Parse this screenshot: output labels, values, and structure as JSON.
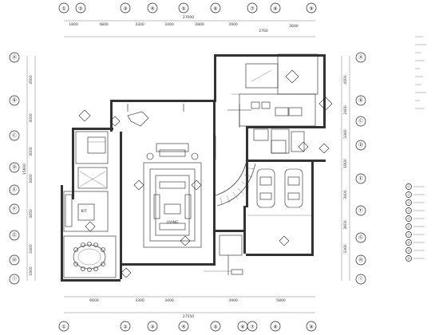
{
  "grid": {
    "top": [
      "①",
      "②",
      "③",
      "④",
      "⑤",
      "⑥",
      "⑦",
      "⑧",
      "⑨"
    ],
    "bottom": [
      "①",
      "②",
      "③",
      "④",
      "⑤",
      "⑥",
      "⑦",
      "⑧",
      "⑨"
    ],
    "left": [
      "Ⓐ",
      "Ⓑ",
      "Ⓒ",
      "Ⓓ",
      "Ⓔ",
      "Ⓕ",
      "Ⓖ",
      "Ⓗ",
      "Ⓘ"
    ],
    "right": [
      "Ⓐ",
      "Ⓑ",
      "Ⓒ",
      "Ⓓ",
      "Ⓔ",
      "Ⓕ",
      "Ⓖ",
      "Ⓗ",
      "Ⓘ"
    ]
  },
  "dims": {
    "top_total": "27000",
    "top_segments": [
      "1800",
      "4800",
      "3300",
      "3400",
      "2800",
      "3900"
    ],
    "top_inner": "2700",
    "top_inner2": "3600",
    "bottom_total": "27550",
    "bottom_segments": [
      "6600",
      "3300",
      "3400",
      "3900",
      "5800"
    ],
    "left_total": "15600",
    "left_segments": [
      "4500",
      "3000",
      "3000",
      "3400",
      "3450",
      "2400",
      "3300"
    ],
    "right_segments": [
      "4500",
      "2400",
      "3300",
      "1800",
      "3400",
      "3600",
      "3300"
    ]
  },
  "rooms": {
    "kit": "KIT",
    "living": "LIVING"
  },
  "legend": {
    "items": [
      "①",
      "②",
      "③",
      "④",
      "⑤",
      "⑥",
      "⑦",
      "⑧",
      "⑨",
      "⑩"
    ]
  }
}
